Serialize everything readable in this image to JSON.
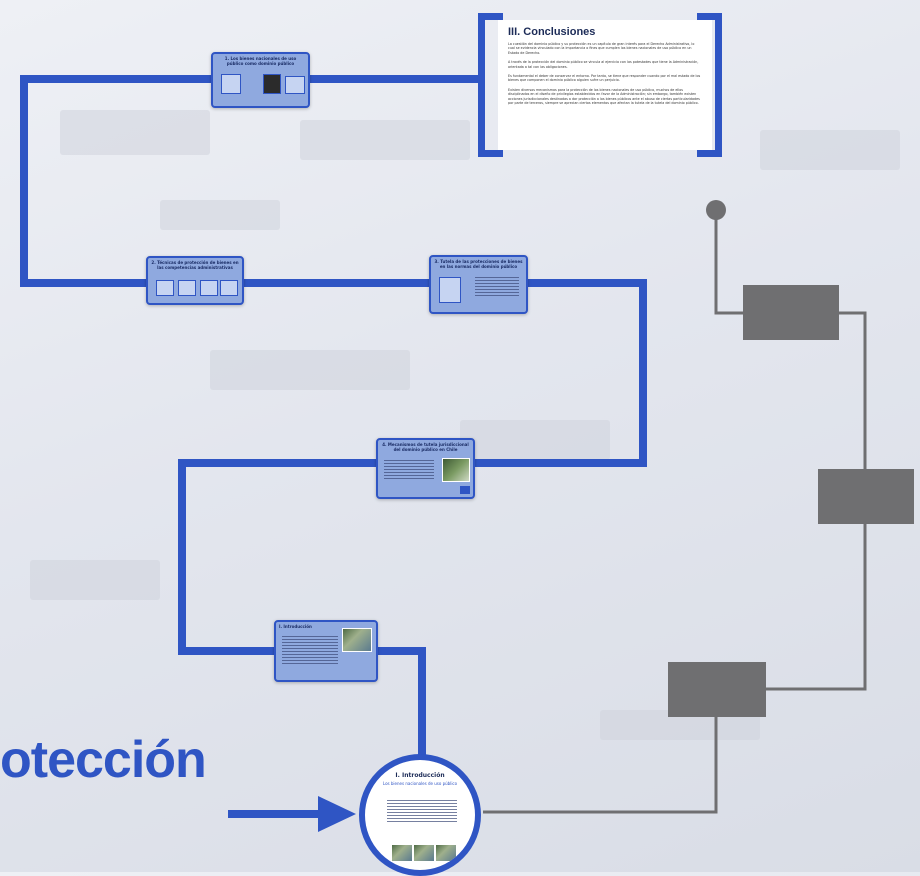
{
  "conclusions": {
    "title": "III. Conclusiones",
    "paragraphs": [
      "La cuestión del dominio público y su protección es un capítulo de gran interés para el Derecho Administrativo, lo cual se evidencia vinculado con la importancia o fines que cumplen los bienes nacionales de uso público en un Estado de Derecho.",
      "A través de la protección del dominio público se vincula al ejercicio con las potestades que tiene la Administración, orientada a tal con las obligaciones.",
      "Es fundamental el deber de conservar el entorno. Por tanto, se tiene que responder cuando por el mal estado de los bienes que componen el dominio público alguien sufre un perjuicio.",
      "Existen diversos mecanismos para la protección de los bienes nacionales de uso público, muchos de ellos disciplinados en el diseño de privilegios establecidos en favor de la Administración; sin embargo, también existen acciones jurisdiccionales destinadas a dar protección a los bienes públicos ante el abuso de ciertas particularidades por parte de terceros, siempre se aprecian ciertos elementos que afectan la tutela de la tutela del dominio público."
    ]
  },
  "cards": {
    "c1_title": "1. Los bienes nacionales de uso público como dominio público",
    "c2_title": "2. Técnicas de protección de bienes en las competencias administrativas",
    "c3_title": "3. Tutela de las protecciones de bienes en las normas del dominio público",
    "c4_title": "4. Mecanismos de tutela jurisdiccional del dominio público en Chile",
    "c5_title": "I. Introducción"
  },
  "circle": {
    "title": "I. Introducción",
    "subtitle": "Los bienes nacionales de uso público"
  },
  "big_word": "otección",
  "colors": {
    "accent": "#2f55c4",
    "gray": "#6f6f71"
  }
}
